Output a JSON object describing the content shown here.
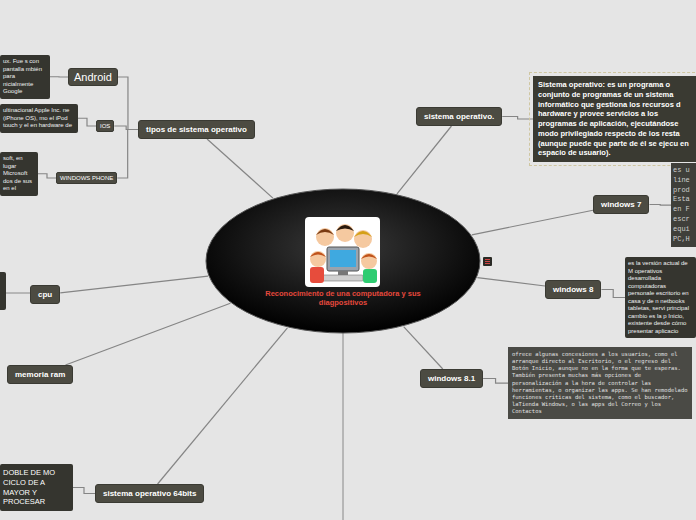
{
  "diagram": {
    "nodes": [
      {
        "text": [
          "Reconocimiento de una computadora y sus diagpositivos"
        ]
      },
      {
        "text": [
          "tipos de sistema operativo"
        ]
      },
      {
        "text": [
          "Android"
        ]
      },
      {
        "text": [
          "ux. Fue s con pantalla mbién para nicialmente Google"
        ]
      },
      {
        "text": [
          "IOS"
        ]
      },
      {
        "text": [
          "ultinacional Apple Inc. ne (iPhone OS), mo el iPod touch y el en hardware de"
        ]
      },
      {
        "text": [
          "WINDOWS PHONE"
        ]
      },
      {
        "text": [
          "soft, en lugar Microsoft dos de sus en el"
        ]
      },
      {
        "text": [
          "cpu"
        ]
      },
      {
        "text": [
          "memoria ram"
        ]
      },
      {
        "text": [
          "sistema operativo 64bits"
        ]
      },
      {
        "text": [
          "DOBLE DE MO CICLO DE A MAYOR Y PROCESAR"
        ]
      },
      {
        "text": [
          "sistema operativo."
        ]
      },
      {
        "text": [
          "Sistema operativo: es un programa o conjunto de programas de un sistema informático que gestiona los recursos d hardware y provee servicios a los programas de aplicación, ejecutándose modo privilegiado respecto de los resta (aunque puede que parte de él se ejecu en espacio de usuario)."
        ]
      },
      {
        "text": [
          "windows 7"
        ]
      },
      {
        "text": [
          "es u line prod Esta en F escr equi PC,H"
        ]
      },
      {
        "text": [
          "windows 8"
        ]
      },
      {
        "text": [
          "es la versión actual de M operativos desarrollada computadoras personale escritorio en casa y de n netbooks tabletas, servi principal cambio es la p Inicio, existente desde cómo presentar aplicacio"
        ]
      },
      {
        "text": [
          "windows 8.1"
        ]
      },
      {
        "text": [
          "ofrece algunas concesiones a los usuarios, como el arranque directo al Escritorio, o el regreso del Botón Inicio, aunque no en la forma que te esperas. También presenta muchas más opciones de personalización a la hora de controlar las herramientas, o organizar las apps. Se han remodelado funciones críticas del sistema, como el buscador, laTienda Windows, o las apps del Correo y los Contactos"
        ]
      }
    ],
    "edges": [
      {
        "from": 0,
        "to": 1,
        "arrow": "none"
      },
      {
        "from": 1,
        "to": 2,
        "arrow": "none"
      },
      {
        "from": 2,
        "to": 3,
        "arrow": "none"
      },
      {
        "from": 1,
        "to": 4,
        "arrow": "none"
      },
      {
        "from": 4,
        "to": 5,
        "arrow": "none"
      },
      {
        "from": 1,
        "to": 6,
        "arrow": "none"
      },
      {
        "from": 6,
        "to": 7,
        "arrow": "none"
      },
      {
        "from": 0,
        "to": 8,
        "arrow": "none"
      },
      {
        "from": 0,
        "to": 9,
        "arrow": "none"
      },
      {
        "from": 0,
        "to": 10,
        "arrow": "none"
      },
      {
        "from": 10,
        "to": 11,
        "arrow": "none"
      },
      {
        "from": 0,
        "to": 12,
        "arrow": "none"
      },
      {
        "from": 12,
        "to": 13,
        "arrow": "none"
      },
      {
        "from": 0,
        "to": 14,
        "arrow": "none"
      },
      {
        "from": 14,
        "to": 15,
        "arrow": "none"
      },
      {
        "from": 0,
        "to": 16,
        "arrow": "none"
      },
      {
        "from": 16,
        "to": 17,
        "arrow": "none"
      },
      {
        "from": 0,
        "to": 18,
        "arrow": "none"
      },
      {
        "from": 18,
        "to": 19,
        "arrow": "none"
      }
    ]
  }
}
